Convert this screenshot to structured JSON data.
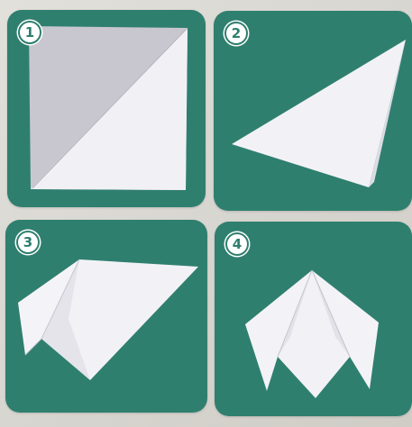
{
  "colors": {
    "panel_background": "#2f7f6f",
    "paper": "#f2f2f6",
    "paper_shadow": "#c9c9d2",
    "page_background": "#dad8d2"
  },
  "steps": [
    {
      "number": "1"
    },
    {
      "number": "2"
    },
    {
      "number": "3"
    },
    {
      "number": "4"
    }
  ]
}
